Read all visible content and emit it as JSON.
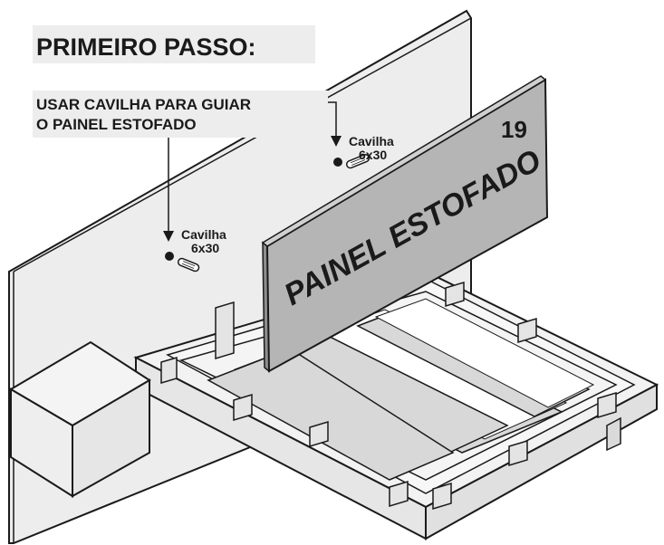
{
  "title": "PRIMEIRO PASSO:",
  "instruction": {
    "line1": "USAR CAVILHA PARA GUIAR",
    "line2": "O PAINEL ESTOFADO"
  },
  "panel": {
    "number": "19",
    "label": "PAINEL ESTOFADO"
  },
  "dowel_right": {
    "name": "Cavilha",
    "size": "6x30"
  },
  "dowel_left": {
    "name": "Cavilha",
    "size": "6x30"
  },
  "colors": {
    "line": "#1a1a1a",
    "headboard_fill": "#ededed",
    "panel_fill": "#b5b5b5",
    "slat_fill": "#d8d8d8",
    "frame_fill": "#f2f2f2",
    "box_fill": "#eeeeee",
    "background": "#ffffff"
  }
}
